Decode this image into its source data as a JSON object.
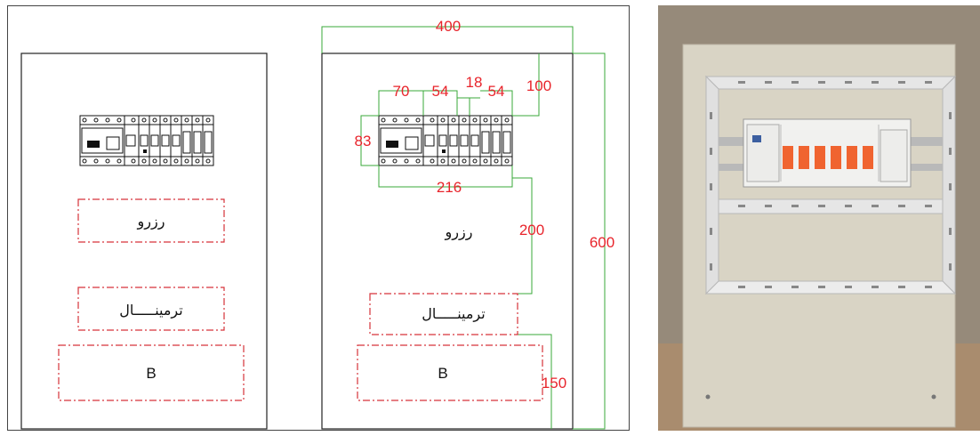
{
  "drawing": {
    "dimensions": {
      "top_width": "400",
      "inner_offset": "100",
      "gap_70": "70",
      "gap_54a": "54",
      "gap_18": "18",
      "gap_54b": "54",
      "height_83": "83",
      "width_216": "216",
      "gap_200": "200",
      "total_height": "600",
      "bottom_150": "150"
    },
    "left_panel": {
      "reserve_label": "رزرو",
      "terminal_label": "ترمینـــــال",
      "b_label": "B"
    },
    "right_panel": {
      "reserve_label": "رزرو",
      "terminal_label": "ترمینـــــال",
      "b_label": "B"
    }
  },
  "colors": {
    "dimension_text": "#e8242b",
    "dimension_line": "#3aa83a",
    "dashed_box": "#d6333a"
  },
  "photo": {
    "description_icon": "electrical-cabinet-photo"
  }
}
